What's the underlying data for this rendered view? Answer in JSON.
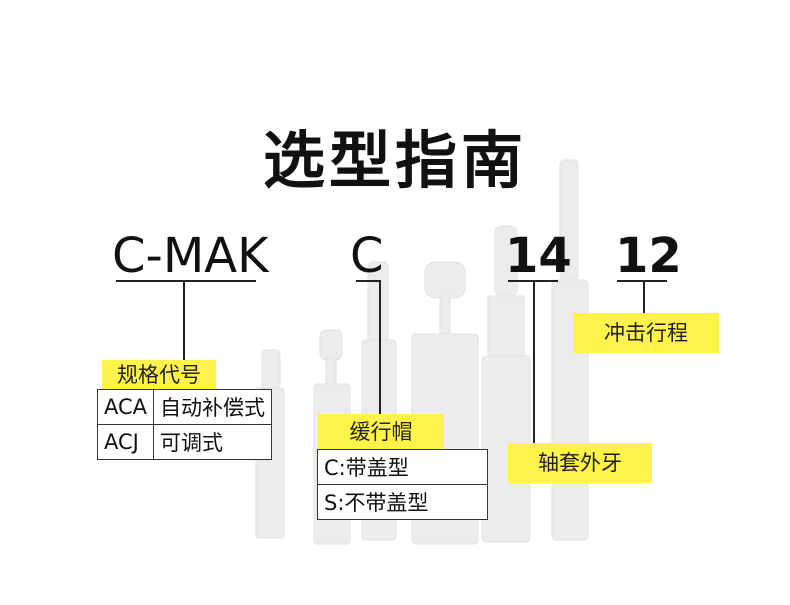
{
  "title": "选型指南",
  "codes": {
    "model": "C-MAK",
    "cap": "C",
    "sleeve": "14",
    "stroke": "12"
  },
  "labels": {
    "spec_code": "规格代号",
    "buffer_cap": "缓行帽",
    "sleeve_thread": "轴套外牙",
    "stroke": "冲击行程"
  },
  "spec_table": [
    {
      "code": "ACA",
      "desc": "自动补偿式"
    },
    {
      "code": "ACJ",
      "desc": "可调式"
    }
  ],
  "cap_table": [
    {
      "text": "C:带盖型"
    },
    {
      "text": "S:不带盖型"
    }
  ],
  "colors": {
    "highlight": "#fff24a",
    "text": "#111111"
  }
}
